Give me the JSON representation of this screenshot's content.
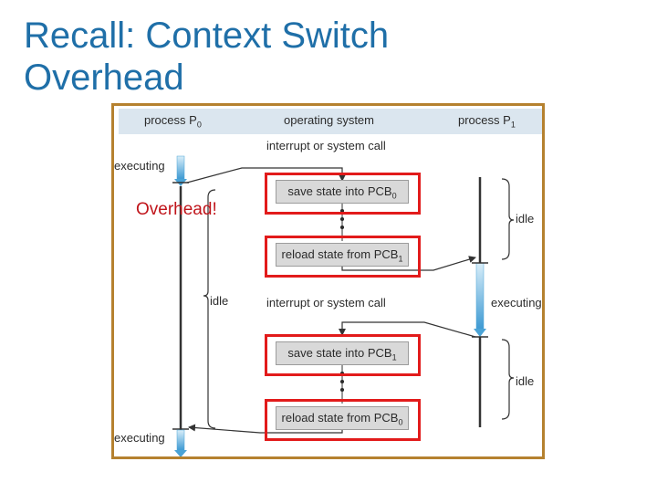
{
  "title": {
    "line1": "Recall: Context Switch",
    "line2": "Overhead"
  },
  "diagram": {
    "header": {
      "p0": "process P",
      "p0_sub": "0",
      "os": "operating system",
      "p1": "process P",
      "p1_sub": "1"
    },
    "labels": {
      "interrupt1": "interrupt or system call",
      "interrupt2": "interrupt or system call",
      "executing_p0_top": "executing",
      "executing_p0_bottom": "executing",
      "executing_p1": "executing",
      "idle_p0": "idle",
      "idle_p1_top": "idle",
      "idle_p1_bottom": "idle"
    },
    "boxes": [
      {
        "text": "save state into PCB",
        "sub": "0"
      },
      {
        "text": "reload state from PCB",
        "sub": "1"
      },
      {
        "text": "save state into PCB",
        "sub": "1"
      },
      {
        "text": "reload state from PCB",
        "sub": "0"
      }
    ],
    "overhead_label": "Overhead!"
  },
  "colors": {
    "title": "#1f6fa8",
    "frame": "#b5812f",
    "highlight": "#e21b1b",
    "overhead_text": "#c0141a",
    "exec_arrow": "#4aa3d6",
    "header_bg": "#dbe6ef"
  }
}
